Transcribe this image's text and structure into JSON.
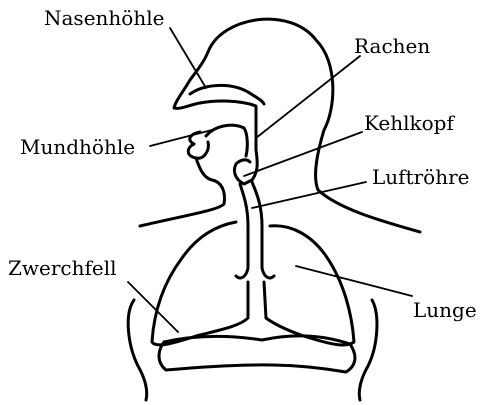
{
  "diagram": {
    "labels": {
      "nasenhoehle": "Nasenhöhle",
      "rachen": "Rachen",
      "kehlkopf": "Kehlkopf",
      "mundhoehle": "Mundhöhle",
      "luftroehre": "Luftröhre",
      "zwerchfell": "Zwerchfell",
      "lunge": "Lunge"
    }
  }
}
